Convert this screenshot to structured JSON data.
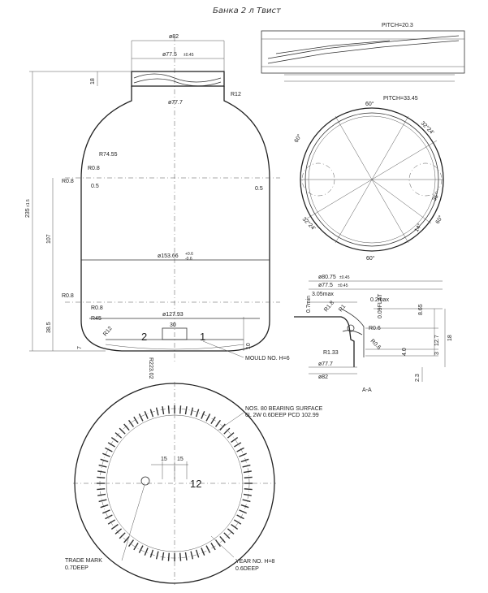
{
  "title": "Банка 2 л Твист",
  "front_view": {
    "dim_od82": "ø82",
    "dim_od77_5": "ø77.5",
    "dim_od77_5_tol": "±0.45",
    "dim_od77_7": "ø77.7",
    "dim_r12_top": "R12",
    "dim_18": "18",
    "dim_r74_55": "R74.55",
    "dim_r0_8_a": "R0.8",
    "dim_r0_8_b": "R0.8",
    "dim_0_5_left": "0.5",
    "dim_0_5_right": "0.5",
    "dim_height": "235",
    "dim_height_tol": "±1.5",
    "dim_107": "107",
    "dim_body": "ø153.66",
    "dim_body_tol_upper": "+0.6",
    "dim_body_tol_lower": "-0.6",
    "dim_r0_8_c": "R0.8",
    "dim_r0_8_d": "R0.8",
    "dim_r45": "R45",
    "dim_r12_bottom": "R12",
    "dim_38_5": "38.5",
    "dim_127": "ø127.93",
    "dim_30": "30",
    "dim_7": "7",
    "dim_10": "10",
    "dim_r223": "R223.02",
    "mark_left": "2",
    "mark_right": "1",
    "mould_note": "MOULD NO. H=6"
  },
  "thread_view": {
    "pitch_top": "PITCH=20.3",
    "pitch_bottom": "PITCH=33.45"
  },
  "top_view": {
    "ang_60_top": "60°",
    "ang_60_left": "60°",
    "ang_32_top": "32°24'",
    "ang_35": "35°",
    "ang_60_right": "60°",
    "ang_14": "14°",
    "ang_32_bottom": "32°24'",
    "ang_60_bottom": "60°"
  },
  "section": {
    "dim_80_75": "ø80.75",
    "dim_80_75_tol": "±0.45",
    "dim_77_5": "ø77.5",
    "dim_77_5_tol": "±0.45",
    "dim_3_05": "3.05max",
    "dim_0_2": "0.2max",
    "dim_0_7": "0.7min",
    "dim_r1_8": "R1.8",
    "dim_r1": "R1",
    "dim_flat": "0.09FLAT",
    "dim_8_65": "8.65",
    "dim_r0_6_a": "R0.6",
    "dim_12_7": "12.7",
    "dim_18": "18",
    "dim_3": "3",
    "dim_r1_33": "R1.33",
    "dim_r0_6_b": "R0.6",
    "dim_4": "4.0",
    "dim_77_7": "ø77.7",
    "dim_82": "ø82",
    "dim_2_3": "2.3",
    "section_label": "A-A"
  },
  "bottom_view": {
    "bearing_note_1": "NOS. 80 BEARING SURFACE",
    "bearing_note_2": "6L 2W 0.6DEEP PCD 102.99",
    "dim_15_a": "15",
    "dim_15_b": "15",
    "mark_12": "12",
    "trade_mark_1": "TRADE MARK",
    "trade_mark_2": "0.7DEEP",
    "year_no_1": "YEAR NO. H=8",
    "year_no_2": "0.6DEEP"
  }
}
